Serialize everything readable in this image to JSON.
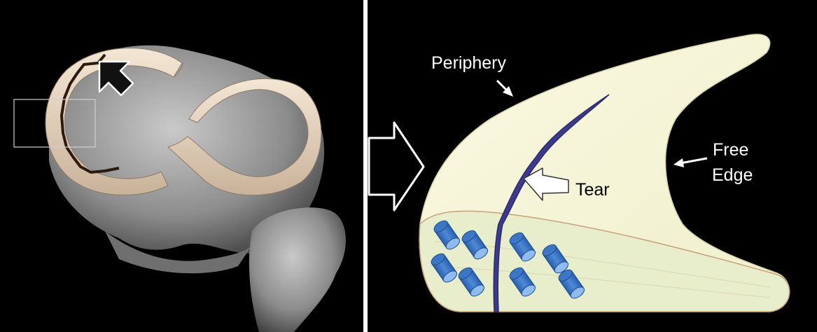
{
  "labels": {
    "periphery": "Periphery",
    "tear": "Tear",
    "free_edge_line1": "Free",
    "free_edge_line2": "Edge"
  },
  "colors": {
    "background": "#000000",
    "divider": "#ffffff",
    "meniscus_fill": "#f9f5d9",
    "meniscus_shade": "#e9ebc6",
    "tear": "#3c3a8c",
    "fiber_bundle": "#2f6fc4",
    "fiber_end": "#7fb0e8",
    "bone": "#9a9a9a",
    "cartilage": "#efdcc8"
  },
  "icons": [
    "arrow-right-outline-icon",
    "arrow-down-right-icon",
    "arrow-left-icon",
    "arrow-outline-icon",
    "arrow-black-icon"
  ]
}
